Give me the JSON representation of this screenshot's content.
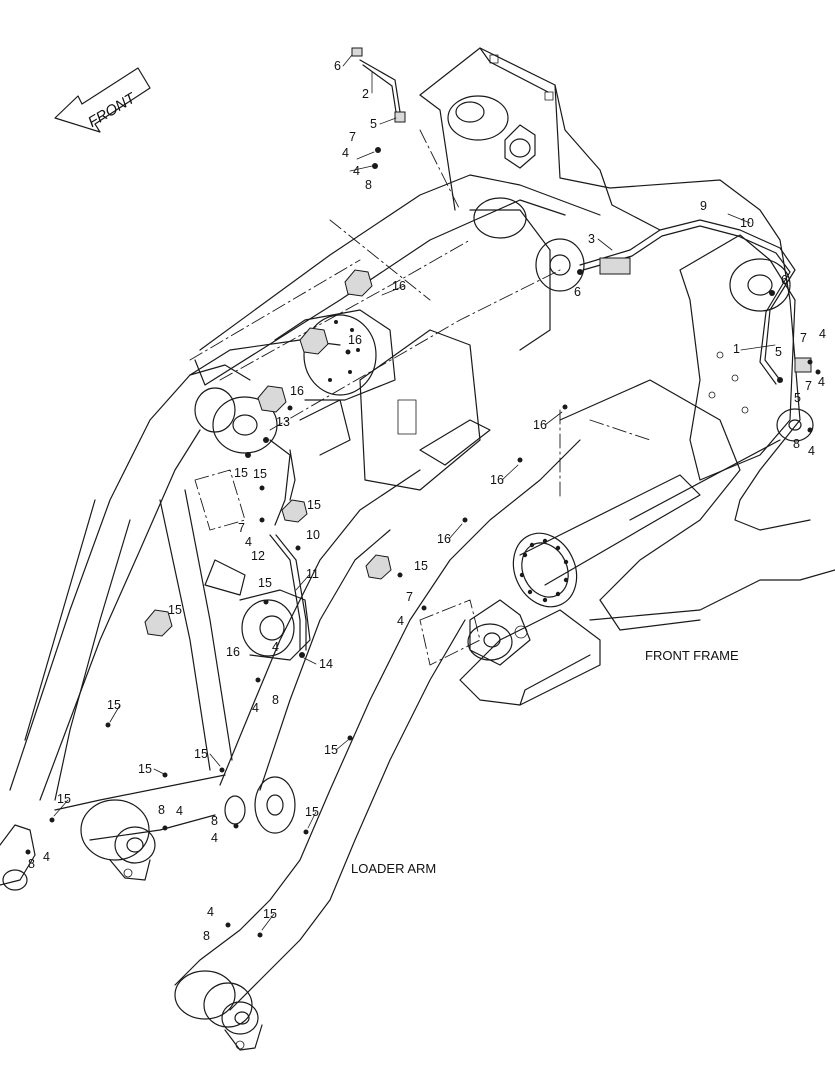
{
  "direction_indicator": {
    "label": "FRONT",
    "icon": "front-arrow-icon"
  },
  "section_labels": {
    "front_frame": "FRONT FRAME",
    "loader_arm": "LOADER ARM"
  },
  "callouts": [
    {
      "text": "6"
    },
    {
      "text": "2"
    },
    {
      "text": "5"
    },
    {
      "text": "7"
    },
    {
      "text": "4"
    },
    {
      "text": "4"
    },
    {
      "text": "8"
    },
    {
      "text": "9"
    },
    {
      "text": "10"
    },
    {
      "text": "3"
    },
    {
      "text": "6"
    },
    {
      "text": "16"
    },
    {
      "text": "16"
    },
    {
      "text": "6"
    },
    {
      "text": "7"
    },
    {
      "text": "4"
    },
    {
      "text": "1"
    },
    {
      "text": "5"
    },
    {
      "text": "7"
    },
    {
      "text": "4"
    },
    {
      "text": "5"
    },
    {
      "text": "16"
    },
    {
      "text": "13"
    },
    {
      "text": "8"
    },
    {
      "text": "4"
    },
    {
      "text": "16"
    },
    {
      "text": "15"
    },
    {
      "text": "15"
    },
    {
      "text": "16"
    },
    {
      "text": "15"
    },
    {
      "text": "7"
    },
    {
      "text": "4"
    },
    {
      "text": "10"
    },
    {
      "text": "12"
    },
    {
      "text": "16"
    },
    {
      "text": "11"
    },
    {
      "text": "15"
    },
    {
      "text": "15"
    },
    {
      "text": "7"
    },
    {
      "text": "4"
    },
    {
      "text": "15"
    },
    {
      "text": "4"
    },
    {
      "text": "16"
    },
    {
      "text": "14"
    },
    {
      "text": "4"
    },
    {
      "text": "8"
    },
    {
      "text": "15"
    },
    {
      "text": "15"
    },
    {
      "text": "15"
    },
    {
      "text": "15"
    },
    {
      "text": "15"
    },
    {
      "text": "8"
    },
    {
      "text": "4"
    },
    {
      "text": "8"
    },
    {
      "text": "4"
    },
    {
      "text": "15"
    },
    {
      "text": "8"
    },
    {
      "text": "4"
    },
    {
      "text": "4"
    },
    {
      "text": "15"
    },
    {
      "text": "8"
    }
  ]
}
